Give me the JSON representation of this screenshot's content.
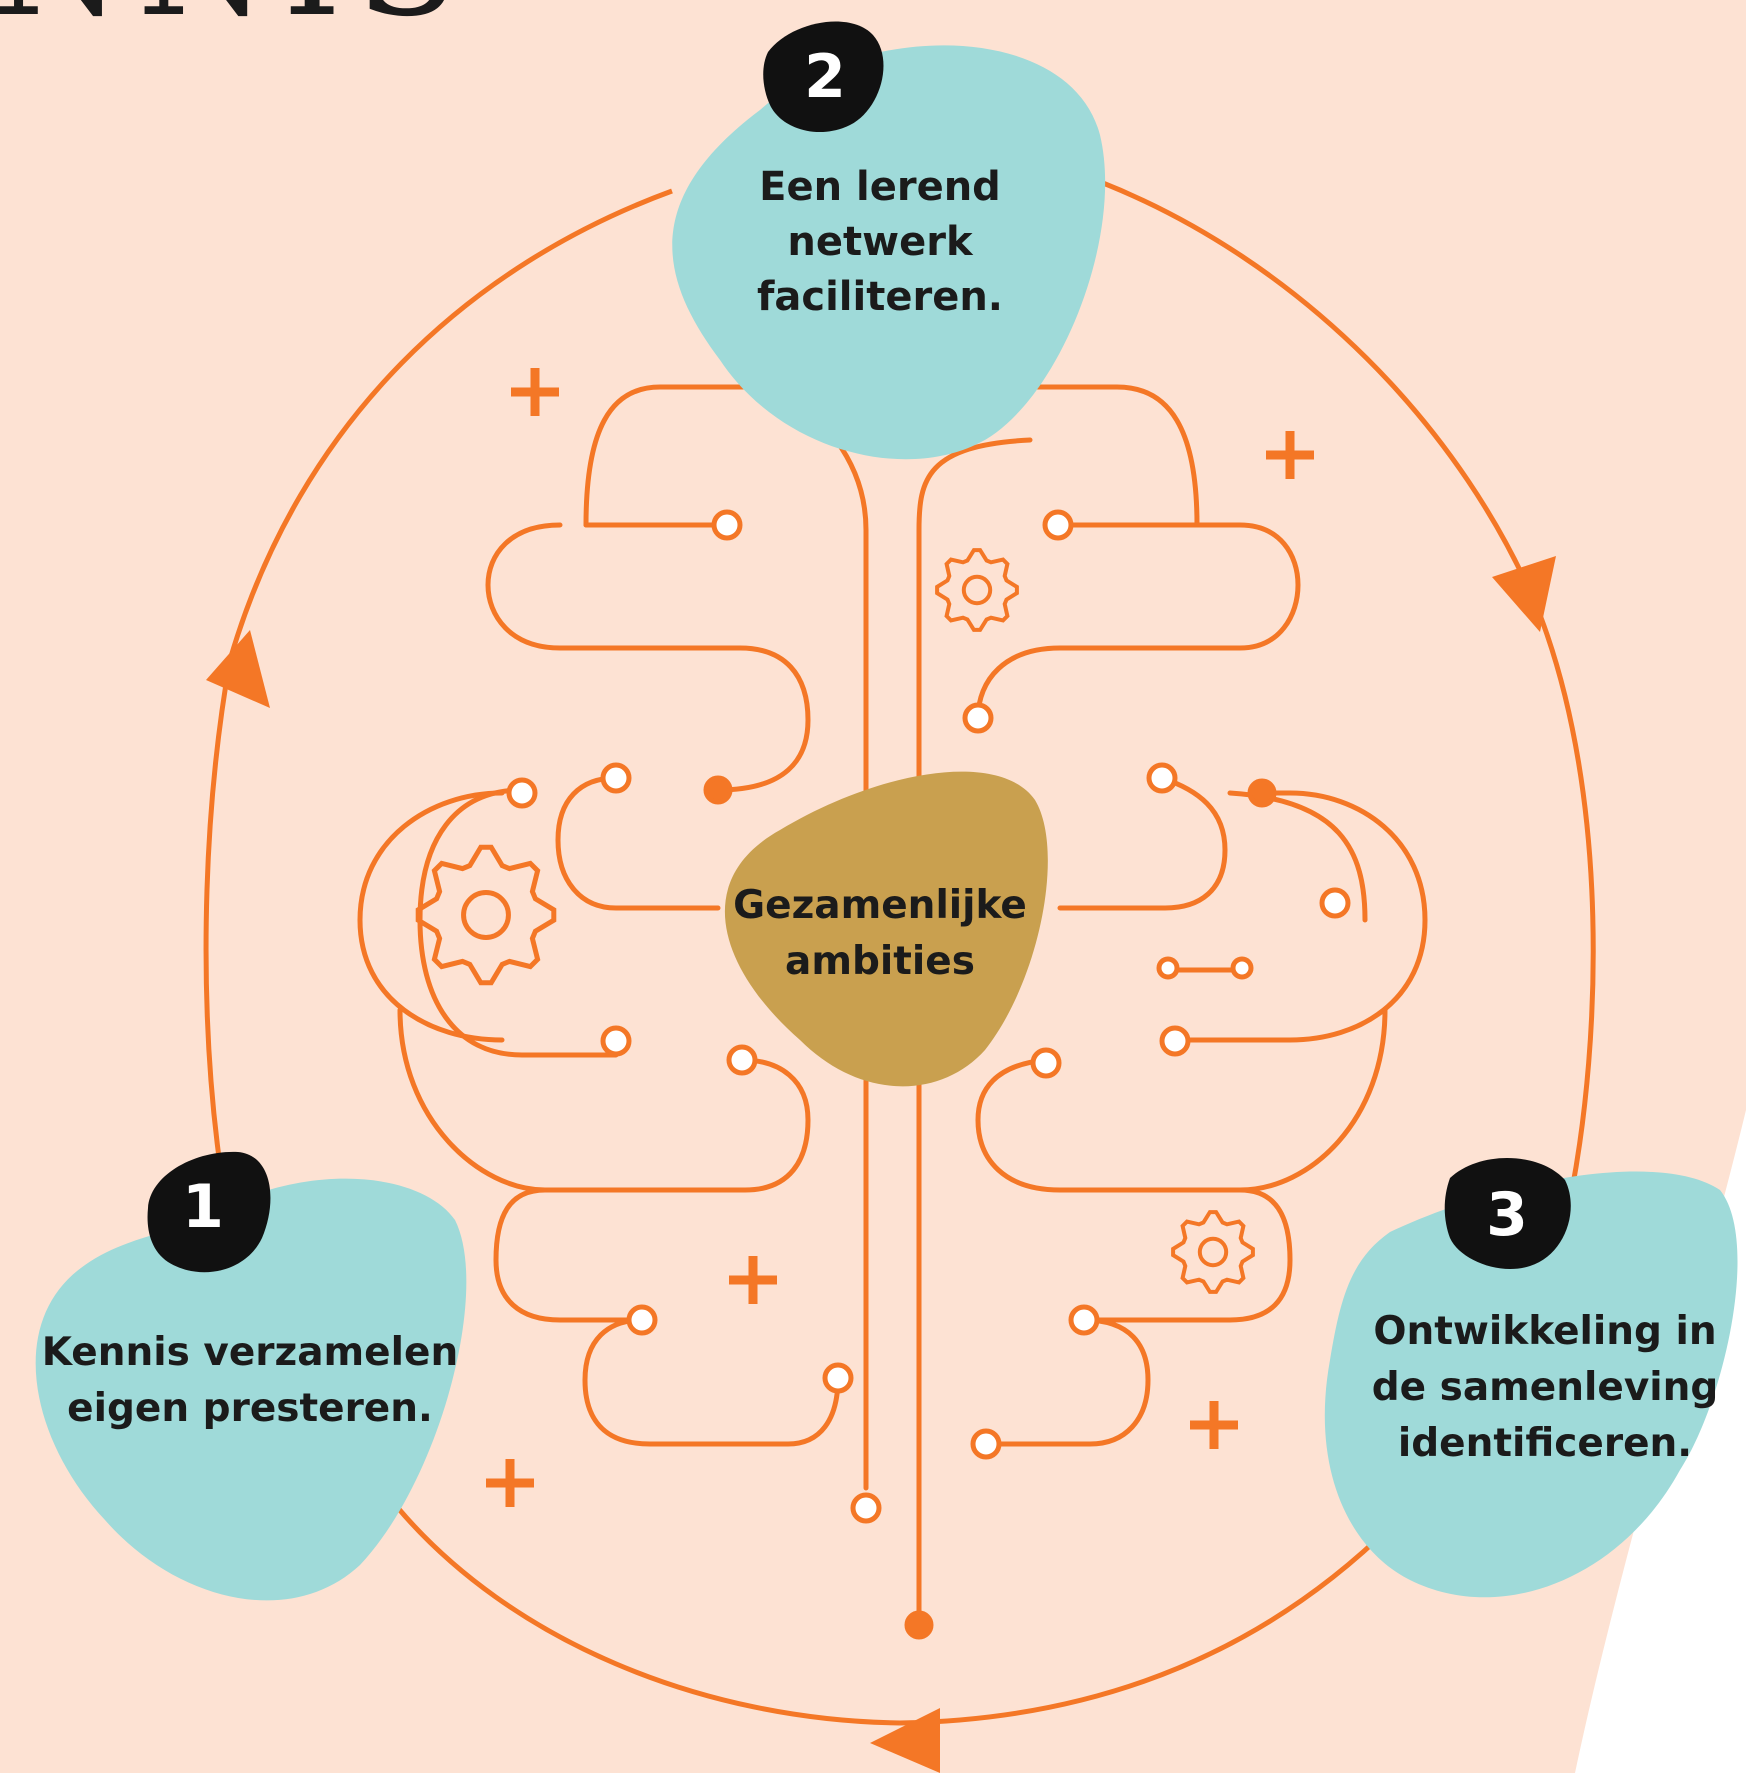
{
  "title_fragment": "NNIS",
  "center": {
    "label": "Gezamenlijke\nambities"
  },
  "steps": [
    {
      "number": "1",
      "label": "Kennis verzamelen\neigen presteren."
    },
    {
      "number": "2",
      "label": "Een lerend\nnetwerk\nfaciliteren."
    },
    {
      "number": "3",
      "label": "Ontwikkeling in\nde samenleving\nidentificeren."
    }
  ],
  "colors": {
    "background": "#fde2d3",
    "accent": "#f47726",
    "bubble": "#9fdad9",
    "center": "#c9a04f",
    "badge": "#111111",
    "text": "#1b1b1b"
  },
  "icons": [
    "plus-icon",
    "gear-icon",
    "arrow-icon",
    "circuit-brain-icon"
  ]
}
